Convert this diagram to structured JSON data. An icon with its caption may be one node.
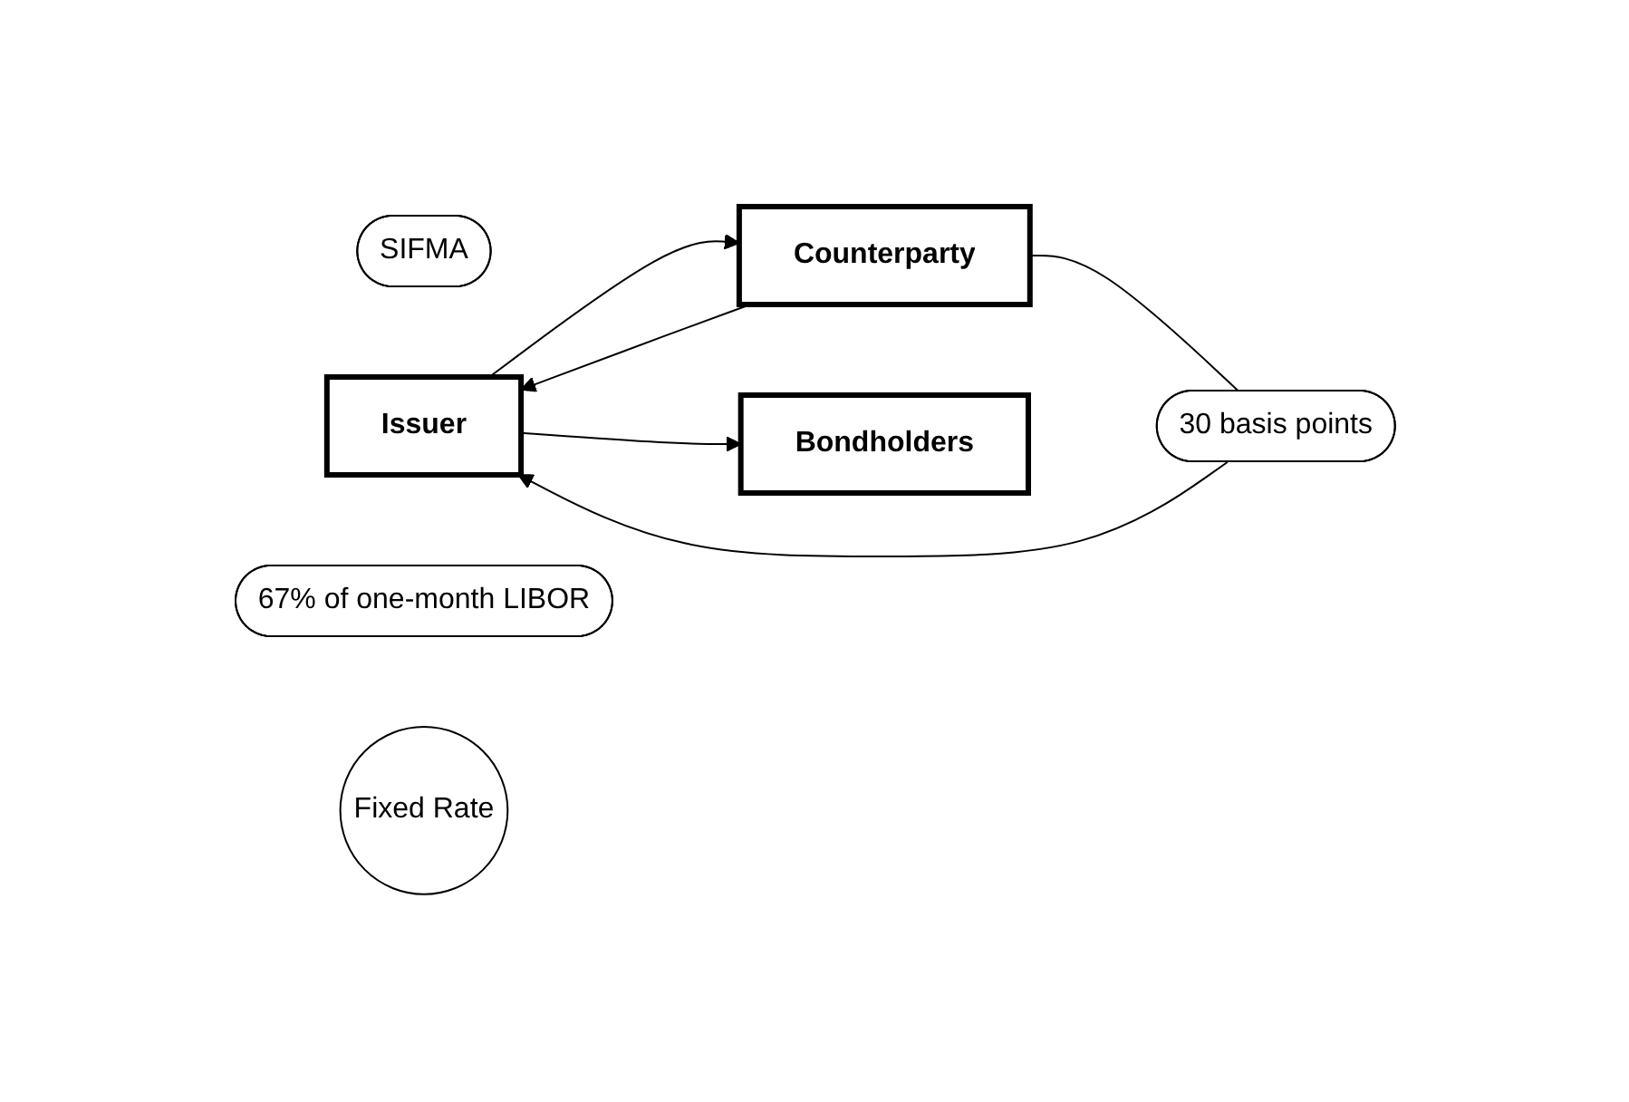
{
  "diagram": {
    "nodes": [
      {
        "text": [
          "SIFMA"
        ]
      },
      {
        "text": [
          "Issuer"
        ]
      },
      {
        "text": [
          "Counterparty"
        ]
      },
      {
        "text": [
          "67% of one-month LIBOR"
        ]
      },
      {
        "text": [
          "Fixed Rate"
        ]
      },
      {
        "text": [
          "30 basis points"
        ]
      },
      {
        "text": [
          "Bondholders"
        ]
      }
    ],
    "edges": [
      {
        "from": 1,
        "to": 2,
        "arrow": "to"
      },
      {
        "from": 2,
        "to": 1,
        "arrow": "to"
      },
      {
        "from": 1,
        "to": 6,
        "arrow": "to"
      },
      {
        "from": 2,
        "to": 5,
        "arrow": "none"
      },
      {
        "from": 5,
        "to": 1,
        "arrow": "to"
      }
    ]
  }
}
